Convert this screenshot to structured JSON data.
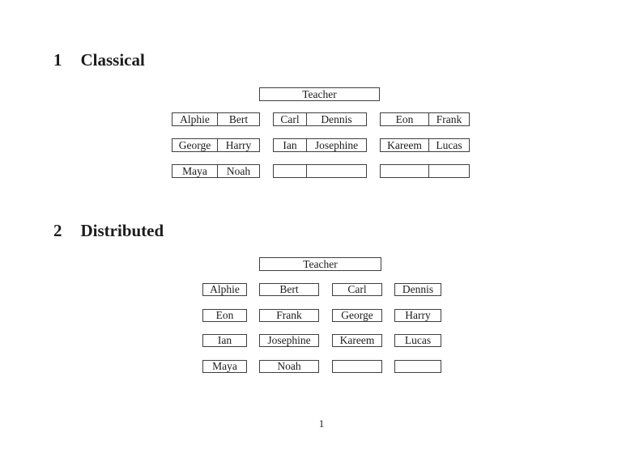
{
  "page": {
    "number": "1"
  },
  "classical": {
    "heading_number": "1",
    "heading_title": "Classical",
    "teacher": "Teacher",
    "desks": [
      {
        "left": "Alphie",
        "right": "Bert"
      },
      {
        "left": "Carl",
        "right": "Dennis"
      },
      {
        "left": "Eon",
        "right": "Frank"
      },
      {
        "left": "George",
        "right": "Harry"
      },
      {
        "left": "Ian",
        "right": "Josephine"
      },
      {
        "left": "Kareem",
        "right": "Lucas"
      },
      {
        "left": "Maya",
        "right": "Noah"
      },
      {
        "left": "",
        "right": ""
      },
      {
        "left": "",
        "right": ""
      }
    ]
  },
  "distributed": {
    "heading_number": "2",
    "heading_title": "Distributed",
    "teacher": "Teacher",
    "desks": [
      "Alphie",
      "Bert",
      "Carl",
      "Dennis",
      "Eon",
      "Frank",
      "George",
      "Harry",
      "Ian",
      "Josephine",
      "Kareem",
      "Lucas",
      "Maya",
      "Noah",
      "",
      ""
    ]
  }
}
